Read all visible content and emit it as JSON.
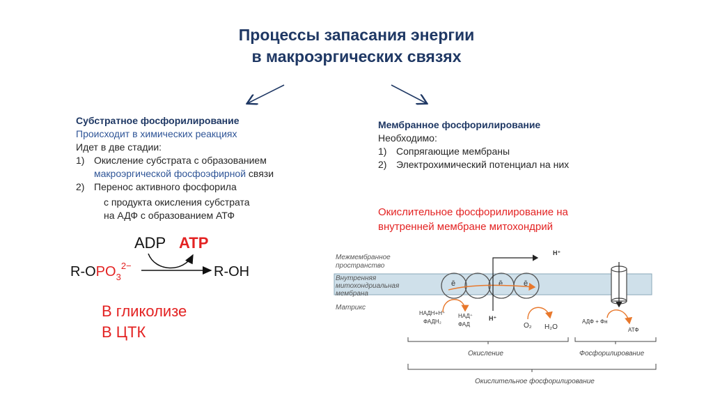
{
  "title": {
    "line1": "Процессы запасания энергии",
    "line2": "в макроэргических связях"
  },
  "left": {
    "heading": "Субстратное фосфорилирование",
    "subtitle": "Происходит в химических реакциях",
    "stages_intro": "Идет в две стадии:",
    "item1_num": "1)",
    "item1_a": "Окисление субстрата с образованием",
    "item1_b_blue": "макроэргической фосфоэфирной",
    "item1_b_rest": " связи",
    "item2_num": "2)",
    "item2_a": "Перенос активного фосфорила",
    "item2_b": "с продукта окисления субстрата",
    "item2_c": "на АДФ с образованием АТФ",
    "where1": "В гликолизе",
    "where2": "В ЦТК"
  },
  "reaction": {
    "adp": "ADP",
    "atp": "ATP",
    "reactant_prefix": "R-O",
    "reactant_po": "PO",
    "reactant_sub": "3",
    "reactant_sup": "2−",
    "product": "R-OH"
  },
  "right": {
    "heading": "Мембранное фосфорилирование",
    "needed": "Необходимо:",
    "item1_num": "1)",
    "item1": "Сопрягающие мембраны",
    "item2_num": "2)",
    "item2": "Электрохимический потенциал на них",
    "oxidative_line1": "Окислительное фосфорилирование на",
    "oxidative_line2": "внутренней мембране митохондрий"
  },
  "membrane": {
    "intermembrane_1": "Межмембранное",
    "intermembrane_2": "пространство",
    "inner_1": "Внутренняя",
    "inner_2": "митохондриальная",
    "inner_3": "мембрана",
    "matrix": "Матрикс",
    "h_plus": "H⁺",
    "electron": "ē",
    "nadh": "НАДН+Н⁺",
    "fadh": "ФАДН₂",
    "nad": "НАД⁺",
    "fad": "ФАД",
    "o2": "O₂",
    "h2o": "H₂O",
    "adp_pn": "АДФ + Фн",
    "atf": "АТФ",
    "oxidation": "Окисление",
    "phosphorylation": "Фосфорилирование",
    "oxidative_phosphorylation": "Окислительное фосфорилирование"
  },
  "colors": {
    "title": "#1f3864",
    "accent_red": "#e32222",
    "accent_blue": "#2f5597",
    "membrane_fill": "#cfe0ea",
    "orange_arrow": "#e8782c"
  }
}
